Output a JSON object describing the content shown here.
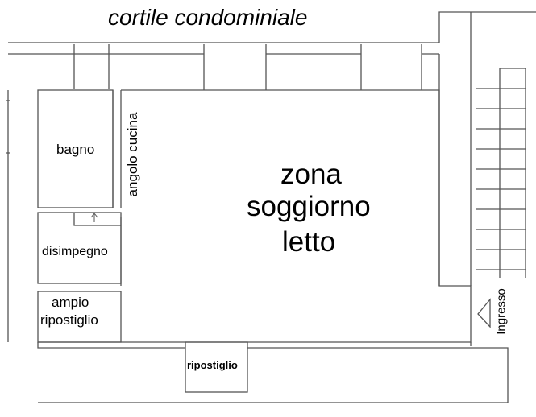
{
  "courtyard_label": "cortile condominiale",
  "rooms": {
    "bagno": "bagno",
    "angolo_cucina": "angolo cucina",
    "disimpegno": "disimpegno",
    "ampio_ripostiglio_line1": "ampio",
    "ampio_ripostiglio_line2": "ripostiglio",
    "zona_line1": "zona",
    "zona_line2": "soggiorno",
    "zona_line3": "letto",
    "ripostiglio": "ripostiglio",
    "ingresso": "Ingresso"
  },
  "icons": [
    "entrance-arrow-icon",
    "door-swing-arrow-icon"
  ],
  "colors": {
    "line": "#555555",
    "text": "#000000",
    "background": "#ffffff"
  }
}
